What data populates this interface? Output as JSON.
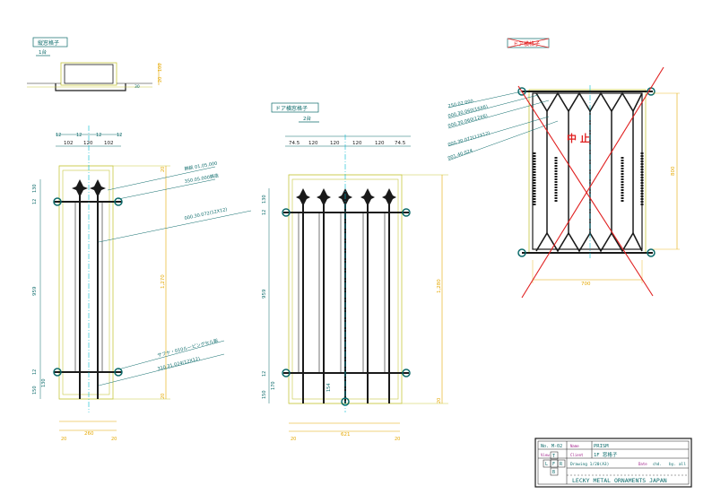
{
  "colors": {
    "line": "#1a1a1a",
    "teal": "#0c6b6b",
    "dim": "#e5a800",
    "frame_yellow": "#c8c840",
    "center": "#00b8d0",
    "cancel": "#e02020",
    "magenta": "#a0208a"
  },
  "left_view": {
    "title": "縦窓格子",
    "qty": "1台",
    "top_dims": [
      "12",
      "12",
      "12",
      "12"
    ],
    "mid_dims": [
      "102",
      "120",
      "102"
    ],
    "side_dims": [
      "12",
      "130",
      "959",
      "12",
      "130",
      "150"
    ],
    "right_dims": [
      "20",
      "1,270",
      "20"
    ],
    "section_dims": [
      "100",
      "20",
      "30"
    ],
    "bottom_dims": [
      "20",
      "260",
      "20"
    ],
    "callouts": [
      "飾鋲  01.05.000",
      "350.05.000鋳造",
      "000.30.072(12X12)",
      "サフケ・010ルーピングセル鋲",
      "310.31.024(12X12)"
    ]
  },
  "mid_view": {
    "title": "ドア横窓格子",
    "qty": "2台",
    "top_dims": [
      "74.5",
      "120",
      "120",
      "120",
      "120",
      "74.5"
    ],
    "side_dims": [
      "12",
      "130",
      "959",
      "12",
      "170",
      "150"
    ],
    "right_dims": [
      "1,280",
      "20"
    ],
    "bottom_dims": [
      "20",
      "621",
      "20"
    ],
    "center_dim": "154"
  },
  "right_view": {
    "title": "ドア横格子",
    "cancel_text": "中  止",
    "callouts": [
      "250.02.000",
      "000.30.060(16X6)",
      "000.30.060(12X6)",
      "000.30.072(12X12)",
      "001.40.024"
    ],
    "right_dim": "800",
    "bottom_dim": "700"
  },
  "title_block": {
    "no": "No. M-02",
    "name_label": "Name",
    "name": "PRISM",
    "view_label": "View",
    "client_label": "Client",
    "client": "1F 窓格子",
    "scale_line": "Drawing  1/20(A3)",
    "date_label": "Date",
    "checked": "chd. ",
    "by": "by. all",
    "projection": [
      "T",
      "L",
      "F",
      "R",
      "B"
    ],
    "company": "LECKY METAL ORNAMENTS JAPAN"
  }
}
